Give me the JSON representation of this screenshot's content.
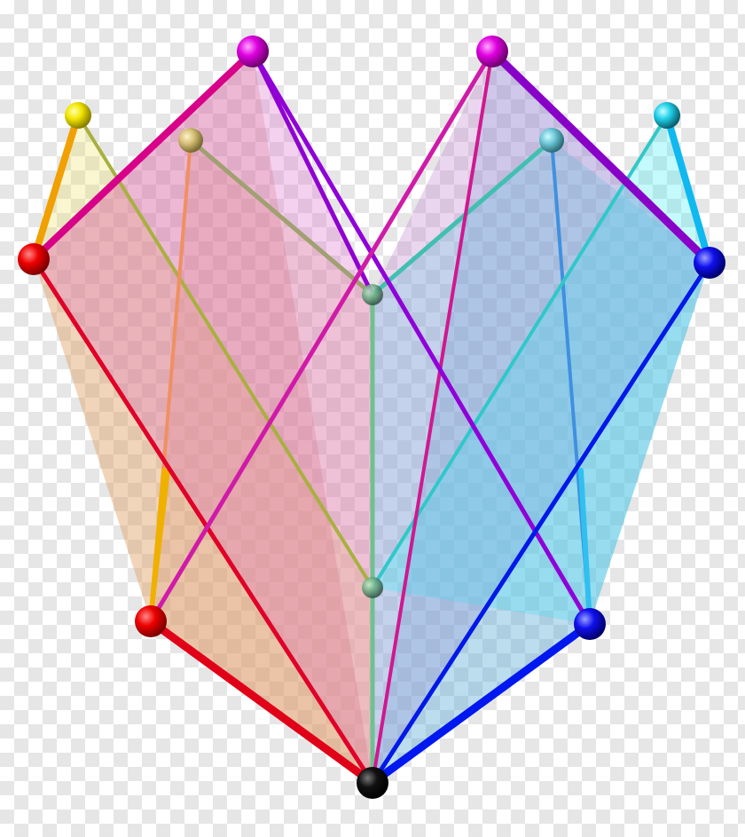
{
  "figure": {
    "description_type": "polytope-projection",
    "background": "transparent-checker",
    "colors": {
      "red": "#e8001c",
      "orange": "#f7a800",
      "yellow": "#f0e000",
      "magenta": "#e000d0",
      "purple": "#8a00d4",
      "pink": "#d81b9c",
      "blue": "#0010e0",
      "cyan": "#20d8f0",
      "teal": "#30c0b0",
      "green": "#60c080",
      "khaki": "#d8c070",
      "black": "#000000"
    },
    "vertex_names": [
      "red-top-vertex",
      "red-bottom-vertex",
      "yellow-vertex",
      "khaki-vertex",
      "magenta-left-vertex",
      "magenta-right-vertex",
      "cyan-light-vertex",
      "cyan-vertex",
      "blue-top-vertex",
      "blue-bottom-vertex",
      "center-upper-vertex",
      "center-lower-vertex",
      "black-bottom-vertex"
    ]
  }
}
